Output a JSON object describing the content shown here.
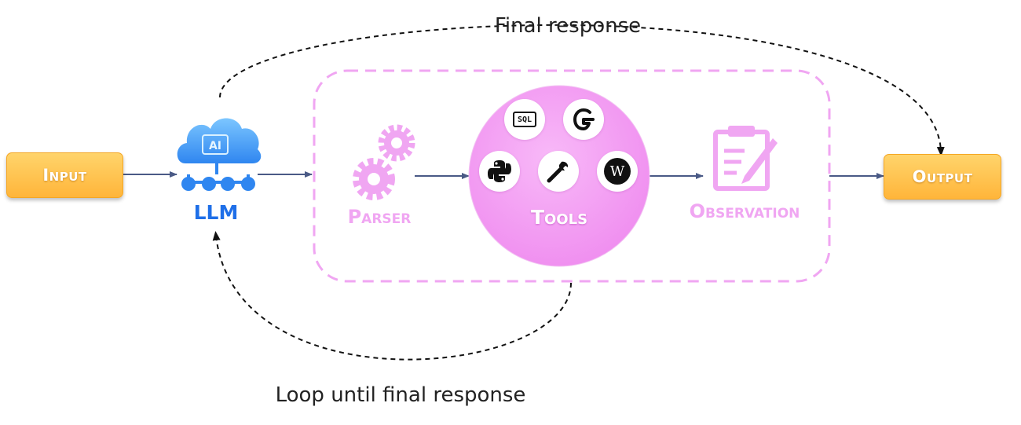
{
  "nodes": {
    "input": "Input",
    "llm": "LLM",
    "parser": "Parser",
    "tools": "Tools",
    "observation": "Observation",
    "output": "Output"
  },
  "llm_icon_text": "AI",
  "tool_icons": {
    "sql_text": "SQL",
    "wiki_text": "W",
    "items": [
      "sql-icon",
      "google-icon",
      "python-icon",
      "wrench-icon",
      "wikipedia-icon"
    ]
  },
  "edges": {
    "final_response": "Final response",
    "loop": "Loop until final response"
  },
  "colors": {
    "io_box": "#ffbf47",
    "llm": "#1f6fe8",
    "agent_pink": "#f0a6f2",
    "tools_circle": "#f6a9f6",
    "arrow": "#4a5a86",
    "dashed": "#111111"
  }
}
